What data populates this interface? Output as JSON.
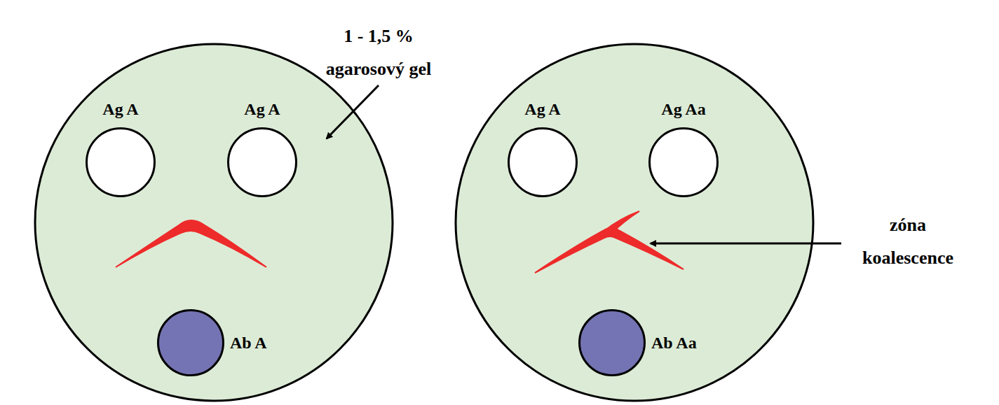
{
  "diagram": {
    "nodes": [
      {
        "text": [
          "Ag A"
        ]
      },
      {
        "text": [
          "Ag A"
        ]
      },
      {
        "text": [
          "Ab A"
        ]
      },
      {
        "text": [
          "Ag A"
        ]
      },
      {
        "text": [
          "Ag Aa"
        ]
      },
      {
        "text": [
          "Ab Aa"
        ]
      }
    ],
    "labels": [
      "1 - 1,5 % agarosový gel",
      "zóna koalescence"
    ]
  }
}
